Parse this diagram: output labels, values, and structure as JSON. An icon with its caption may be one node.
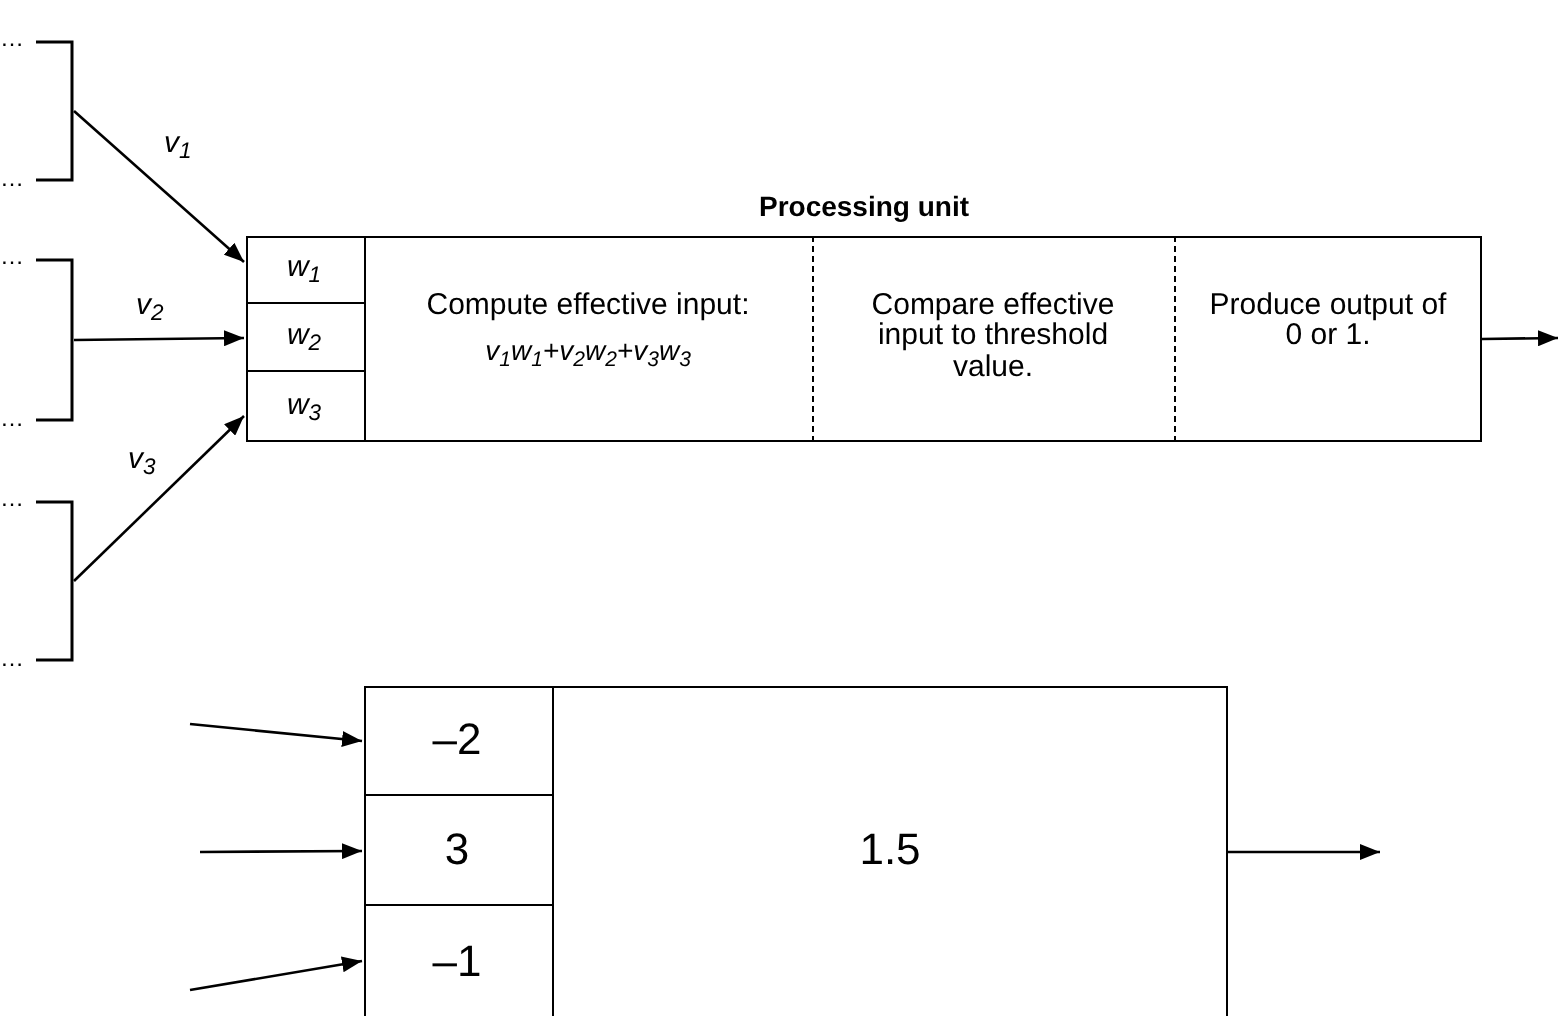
{
  "diagram": {
    "nodes": [
      {
        "text": [
          "Processing unit"
        ]
      },
      {
        "text": [
          "w$_{1}$"
        ],
        "in": 0
      },
      {
        "text": [
          "w$_{2}$"
        ],
        "in": 0
      },
      {
        "text": [
          "w$_{3}$"
        ],
        "in": 0
      },
      {
        "text": [
          "Compute effective input:",
          "v$_{1}$w$_{1}$+v$_{2}$w$_{2}$+v$_{3}$w$_{3}$"
        ],
        "in": 0
      },
      {
        "text": [
          "Compare effective input to threshold value."
        ],
        "in": 0
      },
      {
        "text": [
          "Produce output of 0 or 1."
        ],
        "in": 0
      },
      {
        "text": [],
        "shape": "bracket",
        "beside": [
          "…",
          "…"
        ]
      },
      {
        "text": [],
        "shape": "bracket",
        "beside": [
          "…",
          "…"
        ]
      },
      {
        "text": [],
        "shape": "bracket",
        "beside": [
          "…",
          "…"
        ]
      },
      {
        "text": [],
        "shape": "box"
      },
      {
        "text": [
          "–2"
        ],
        "in": 10
      },
      {
        "text": [
          "3"
        ],
        "in": 10
      },
      {
        "text": [
          "–1"
        ],
        "in": 10
      },
      {
        "text": [
          "1.5"
        ],
        "in": 10
      }
    ],
    "edges": [
      {
        "from": 7,
        "to": 1,
        "arrow": "to",
        "label": "v$_{1}$"
      },
      {
        "from": 8,
        "to": 2,
        "arrow": "to",
        "label": "v$_{2}$"
      },
      {
        "from": 9,
        "to": 3,
        "arrow": "to",
        "label": "v$_{3}$"
      },
      {
        "from": 0,
        "to": null,
        "arrow": "to"
      },
      {
        "from": null,
        "to": 11,
        "arrow": "to"
      },
      {
        "from": null,
        "to": 12,
        "arrow": "to"
      },
      {
        "from": null,
        "to": 13,
        "arrow": "to"
      },
      {
        "from": 10,
        "to": null,
        "arrow": "to"
      }
    ]
  }
}
